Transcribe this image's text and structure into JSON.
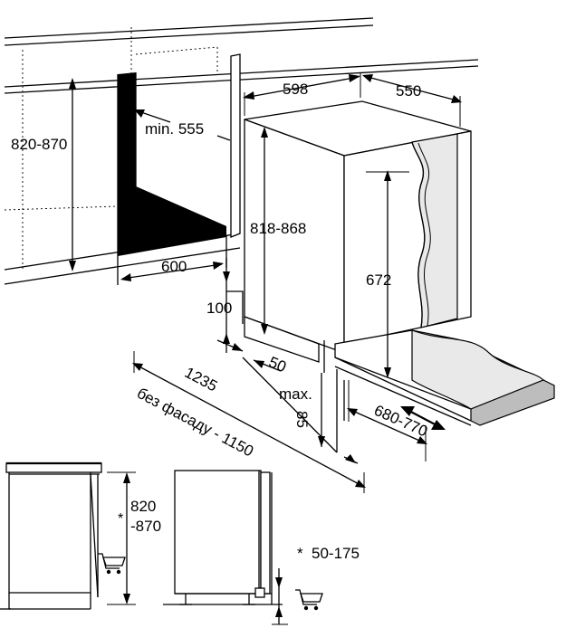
{
  "dimensions": {
    "niche_height": "820-870",
    "niche_min_depth": "min. 555",
    "niche_width": "600",
    "appliance_height": "818-868",
    "appliance_width": "598",
    "appliance_depth": "550",
    "door_height": "672",
    "plinth_height": "100",
    "plinth_offset": "50",
    "plinth_gap_label": "max.",
    "plinth_gap_value": "85",
    "door_opening": "680-770",
    "total_depth": "1235",
    "total_depth_no_facade": "без фасаду - 1150",
    "side_height_top": "820",
    "side_height_bottom": "-870",
    "adjustment": "50-175",
    "asterisk": "*"
  },
  "icons": {
    "trolley_left": "shopping-cart-icon",
    "trolley_right": "shopping-cart-icon"
  },
  "colors": {
    "line": "#000000",
    "background": "#ffffff",
    "niche_fill": "#000000",
    "door_panel": "#e9e9e9"
  }
}
